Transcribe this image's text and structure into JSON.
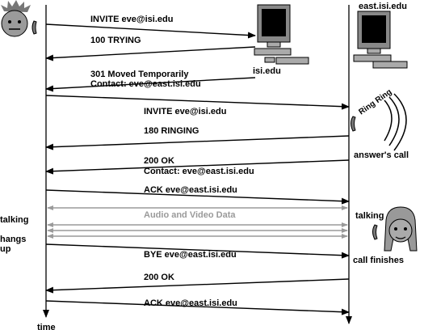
{
  "caller": {
    "side_labels": [
      "talking",
      "hangs",
      "up"
    ],
    "axis_label": "time"
  },
  "hosts": {
    "isi": "isi.edu",
    "east": "east.isi.edu"
  },
  "callee": {
    "ring_text": "Ring Ring",
    "answers": "answer's call",
    "talking": "talking",
    "finishes": "call finishes"
  },
  "messages": [
    {
      "line1": "INVITE eve@isi.edu",
      "line2": ""
    },
    {
      "line1": "100 TRYING",
      "line2": ""
    },
    {
      "line1": "301 Moved Temporarily",
      "line2": "Contact: eve@east.isi.edu"
    },
    {
      "line1": "INVITE eve@isi.edu",
      "line2": ""
    },
    {
      "line1": "180 RINGING",
      "line2": ""
    },
    {
      "line1": "200 OK",
      "line2": "Contact: eve@east.isi.edu"
    },
    {
      "line1": "ACK eve@east.isi.edu",
      "line2": ""
    },
    {
      "line1": "Audio and Video Data",
      "line2": ""
    },
    {
      "line1": "BYE eve@east.isi.edu",
      "line2": ""
    },
    {
      "line1": "200 OK",
      "line2": ""
    },
    {
      "line1": "ACK eve@east.isi.edu",
      "line2": ""
    }
  ]
}
